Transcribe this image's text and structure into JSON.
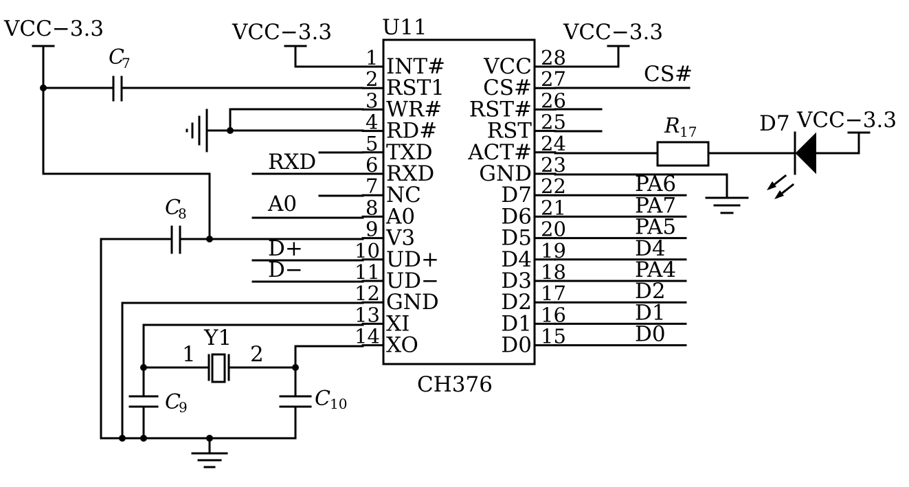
{
  "chip": {
    "ref": "U11",
    "part": "CH376",
    "left_pins": [
      {
        "num": "1",
        "name": "INT#"
      },
      {
        "num": "2",
        "name": "RST1"
      },
      {
        "num": "3",
        "name": "WR#"
      },
      {
        "num": "4",
        "name": "RD#"
      },
      {
        "num": "5",
        "name": "TXD"
      },
      {
        "num": "6",
        "name": "RXD"
      },
      {
        "num": "7",
        "name": "NC"
      },
      {
        "num": "8",
        "name": "A0"
      },
      {
        "num": "9",
        "name": "V3"
      },
      {
        "num": "10",
        "name": "UD+"
      },
      {
        "num": "11",
        "name": "UD−"
      },
      {
        "num": "12",
        "name": "GND"
      },
      {
        "num": "13",
        "name": "XI"
      },
      {
        "num": "14",
        "name": "XO"
      }
    ],
    "right_pins": [
      {
        "num": "28",
        "name": "VCC"
      },
      {
        "num": "27",
        "name": "CS#"
      },
      {
        "num": "26",
        "name": "RST#"
      },
      {
        "num": "25",
        "name": "RST"
      },
      {
        "num": "24",
        "name": "ACT#"
      },
      {
        "num": "23",
        "name": "GND"
      },
      {
        "num": "22",
        "name": "D7"
      },
      {
        "num": "21",
        "name": "D6"
      },
      {
        "num": "20",
        "name": "D5"
      },
      {
        "num": "19",
        "name": "D4"
      },
      {
        "num": "18",
        "name": "D3"
      },
      {
        "num": "17",
        "name": "D2"
      },
      {
        "num": "16",
        "name": "D1"
      },
      {
        "num": "15",
        "name": "D0"
      }
    ]
  },
  "power": {
    "vcc_left": "VCC−3.3",
    "vcc_pin1": "VCC−3.3",
    "vcc_pin28": "VCC−3.3",
    "vcc_led": "VCC−3.3"
  },
  "nets": {
    "rxd": "RXD",
    "a0": "A0",
    "dplus": "D+",
    "dminus": "D−",
    "cs": "CS#",
    "right": [
      "PA6",
      "PA7",
      "PA5",
      "D4",
      "PA4",
      "D2",
      "D1",
      "D0"
    ]
  },
  "parts": {
    "c7": {
      "letter": "C",
      "sub": "7"
    },
    "c8": {
      "letter": "C",
      "sub": "8"
    },
    "c9": {
      "letter": "C",
      "sub": "9"
    },
    "c10": {
      "letter": "C",
      "sub": "10"
    },
    "r17": {
      "letter": "R",
      "sub": "17"
    },
    "d7": "D7",
    "y1": "Y1",
    "y1_pin1": "1",
    "y1_pin2": "2"
  }
}
